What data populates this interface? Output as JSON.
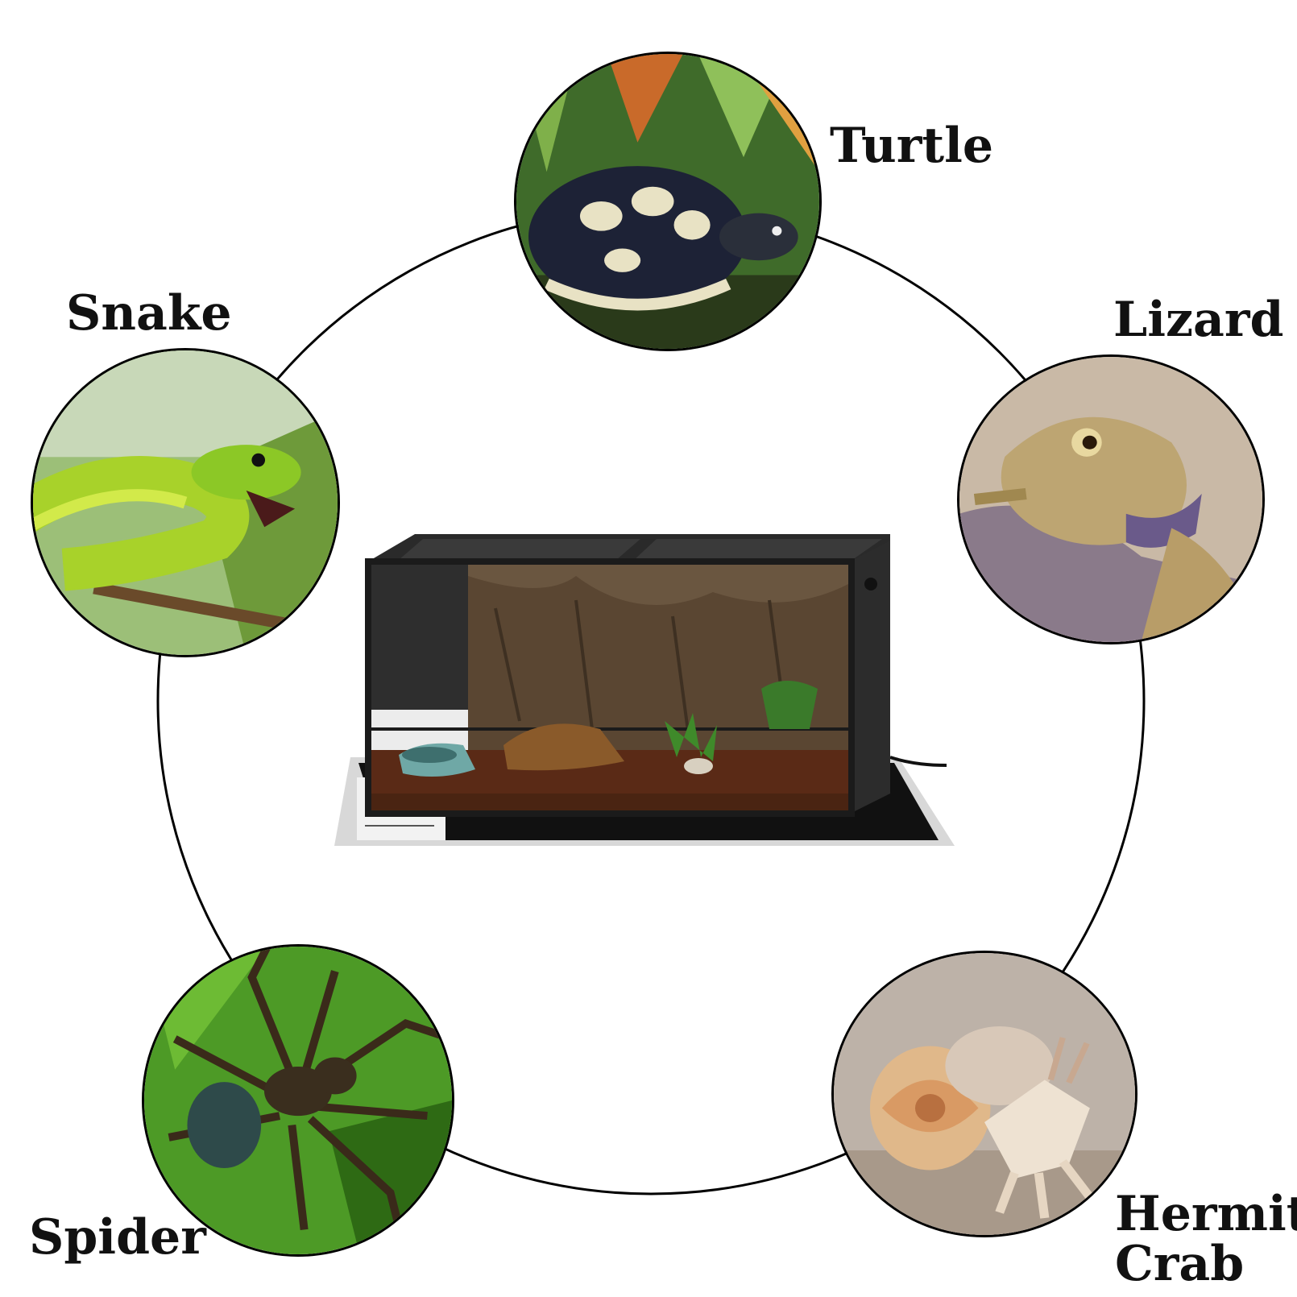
{
  "labels": {
    "turtle": "Turtle",
    "snake": "Snake",
    "lizard": "Lizard",
    "spider": "Spider",
    "hermit_crab_line1": "Hermit",
    "hermit_crab_line2": "Crab"
  },
  "colors": {
    "ring": "#000000",
    "label": "#111111",
    "turtle_bg": "#3f6b2a",
    "snake_bg": "#8fb36a",
    "lizard_bg": "#c7b7a4",
    "spider_bg": "#4d9a26",
    "crab_bg": "#bfb3a8",
    "tank_frame": "#1b1b1b"
  }
}
